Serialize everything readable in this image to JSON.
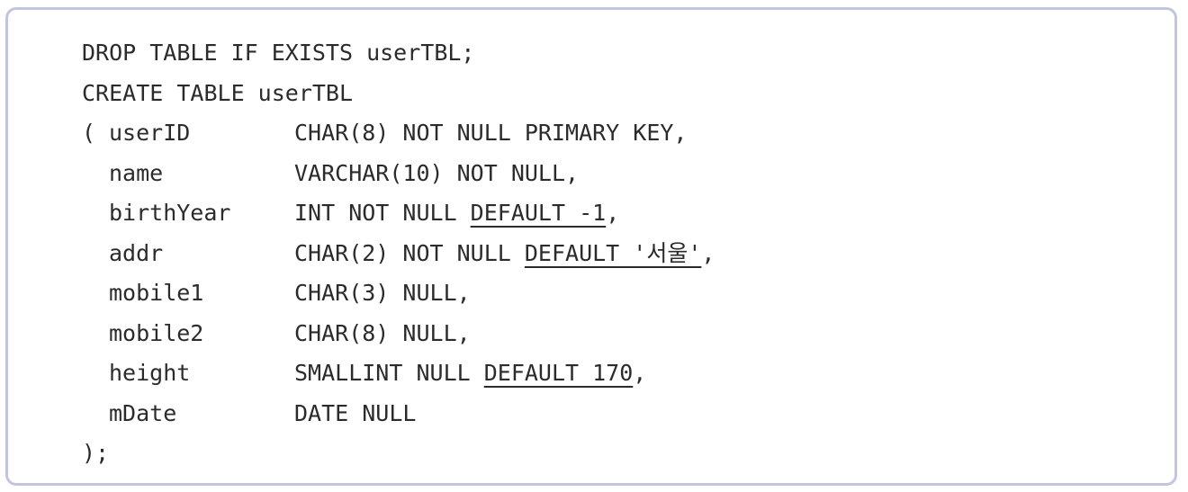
{
  "code": {
    "line1": "DROP TABLE IF EXISTS userTBL;",
    "line2": "CREATE TABLE userTBL",
    "open_paren": "(",
    "columns": [
      {
        "name": "userID",
        "def": "CHAR(8) NOT NULL PRIMARY KEY,",
        "default": "",
        "tail": ""
      },
      {
        "name": "name",
        "def": "VARCHAR(10) NOT NULL,",
        "default": "",
        "tail": ""
      },
      {
        "name": "birthYear",
        "def": "INT NOT NULL ",
        "default": "DEFAULT -1",
        "tail": ","
      },
      {
        "name": "addr",
        "def": "CHAR(2) NOT NULL ",
        "default": "DEFAULT '서울'",
        "tail": ","
      },
      {
        "name": "mobile1",
        "def": "CHAR(3) NULL,",
        "default": "",
        "tail": ""
      },
      {
        "name": "mobile2",
        "def": "CHAR(8) NULL,",
        "default": "",
        "tail": ""
      },
      {
        "name": "height",
        "def": "SMALLINT NULL ",
        "default": "DEFAULT 170",
        "tail": ","
      },
      {
        "name": "mDate",
        "def": "DATE NULL",
        "default": "",
        "tail": ""
      }
    ],
    "close": ");"
  }
}
